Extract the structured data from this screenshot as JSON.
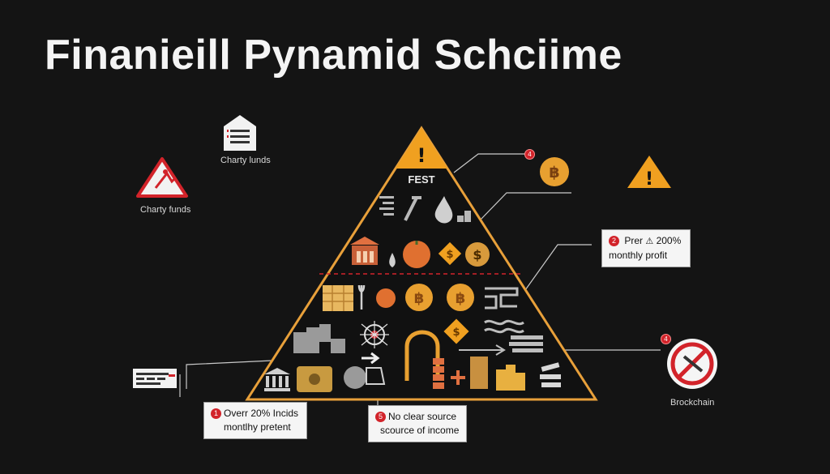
{
  "title": "Finanieill Pynamid Schciime",
  "pyramid": {
    "peak_label": "FEST"
  },
  "labels": {
    "charity_top": "Charty lunds",
    "charity_left": "Charty funds",
    "blockchain": "Brockchain"
  },
  "callouts": {
    "right_top": {
      "line1": "Prer",
      "line1_suffix": "200%",
      "line2": "monthly profit",
      "badge": "2"
    },
    "bottom_left": {
      "badge": "1",
      "line1": "Overr 20% Incids",
      "line2": "montlhy pretent"
    },
    "bottom_mid": {
      "badge": "5",
      "line1": "No clear source",
      "line2": "scource of income"
    }
  },
  "badges": {
    "top_coin": "4",
    "blockchain": "4"
  },
  "icons": {
    "coin_symbol": "฿",
    "dollar_symbol": "$",
    "warning_symbol": "!"
  },
  "colors": {
    "background": "#141414",
    "pyramid_outline": "#e8a03a",
    "warning": "#f0a020",
    "coin": "#e8a030",
    "alert_red": "#d2232a"
  }
}
